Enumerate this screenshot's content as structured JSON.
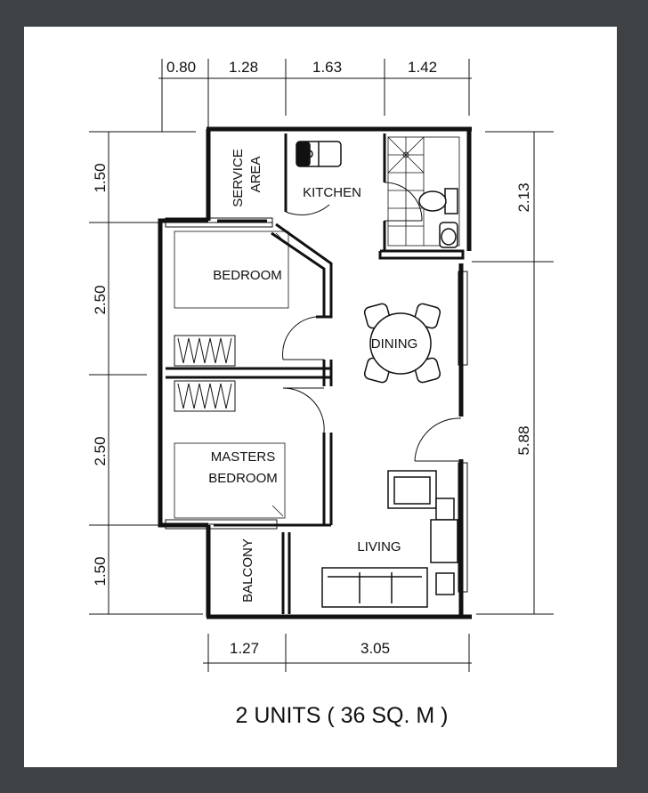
{
  "dimensions": {
    "top": [
      "0.80",
      "1.28",
      "1.63",
      "1.42"
    ],
    "left": [
      "1.50",
      "2.50",
      "2.50",
      "1.50"
    ],
    "right": [
      "2.13",
      "5.88"
    ],
    "bottom": [
      "1.27",
      "3.05"
    ]
  },
  "rooms": {
    "service_area_line1": "SERVICE",
    "service_area_line2": "AREA",
    "kitchen": "KITCHEN",
    "bedroom": "BEDROOM",
    "dining": "DINING",
    "masters_line1": "MASTERS",
    "masters_line2": "BEDROOM",
    "living": "LIVING",
    "balcony": "BALCONY"
  },
  "caption": "2 UNITS ( 36 SQ. M )",
  "colors": {
    "frame": "#3f4244",
    "paper": "#ffffff",
    "ink": "#111111"
  }
}
